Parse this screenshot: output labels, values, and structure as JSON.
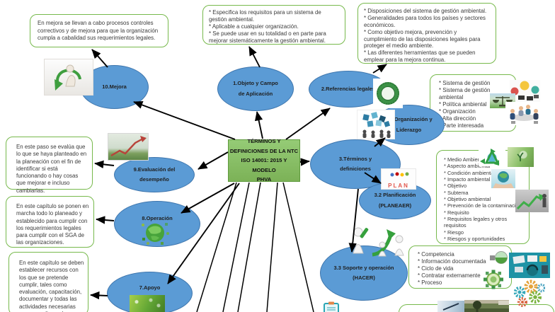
{
  "center": {
    "title": "TÉRMINOS Y\nDEFINICIONES DE LA NTC\nISO 14001: 2015 Y MODELO\nPHVA"
  },
  "nodes": {
    "mejora": "10.Mejora",
    "objeto": "1.Objeto y Campo\nde Aplicación",
    "referencias": "2.Referencias legales",
    "terminos": "3.Términos y\ndefiniciones",
    "organizacion": "3.1 Organización y\nLiderazgo",
    "planificacion": "3.2 Planificación\n(PLANEAER)",
    "soporte": "3.3 Soporte y operación\n(HACER)",
    "evaluacion": "9.Evaluación del\ndesempeño",
    "operacion": "8.Operación",
    "apoyo": "7.Apoyo"
  },
  "notes": {
    "mejora": {
      "text": "En mejora se llevan a cabo procesos controles correctivos y de mejora para que la organización cumpla a cabalidad sus requerimientos legales."
    },
    "objeto": {
      "items": [
        "Especifica los requisitos para un sistema de gestión ambiental.",
        "Aplicable a cualquier organización.",
        "Se puede usar en su totalidad o en parte para mejorar sistemáticamente la gestión ambiental."
      ]
    },
    "referencias": {
      "items": [
        "Disposiciones del sistema de gestión ambiental.",
        "Generalidades para todos los países y sectores económicos.",
        "Como objetivo mejora, prevención y cumplimiento de las disposiciones legales para proteger el medio ambiente.",
        "Las diferentes herramientas que se pueden emplear para la mejora continua."
      ]
    },
    "organizacion": {
      "items": [
        "Sistema de gestión",
        "Sistema de gestión ambiental",
        "Política ambiental",
        "Organización",
        "Alta dirección",
        "Parte interesada"
      ]
    },
    "planificacion": {
      "items": [
        "Medio Ambiente",
        "Aspecto ambiental",
        "Condición ambiental",
        "Impacto ambiental",
        "Objetivo",
        "Subtema",
        "Objetivo ambiental",
        "Prevención de la contaminación",
        "Requisito",
        "Requisitos legales y otros requisitos",
        "Riesgo",
        "Riesgos y oportunidades"
      ]
    },
    "soporte": {
      "items": [
        "Competencia",
        "Información documentada",
        "Ciclo de vida",
        "Contratar externamente",
        "Proceso"
      ]
    },
    "evaluacion": {
      "text": "En este paso se evalúa que lo que se haya planteado en la planeación con el fin de identificar si está funcionando o hay cosas que mejorar e incluso cambiarlas."
    },
    "operacion": {
      "text": "En este capítulo se ponen en marcha todo lo planeado y establecido para cumplir con los requerimientos legales para cumplir con el SGA de las organizaciones."
    },
    "apoyo": {
      "text": "En este capítulo se deben establecer recursos con los que se pretende cumplir, tales como evaluación, capacitación, documentar y todas las actividades necesarias para cumplir con lo que se establezca SGA."
    }
  },
  "images": {
    "plan_label": "PLAN"
  },
  "colors": {
    "node_fill": "#5b9bd5",
    "node_border": "#3f76ad",
    "center_fill": "#8cc268",
    "center_border": "#5f9a3d",
    "note_border": "#77b94c",
    "connector": "#000000"
  }
}
